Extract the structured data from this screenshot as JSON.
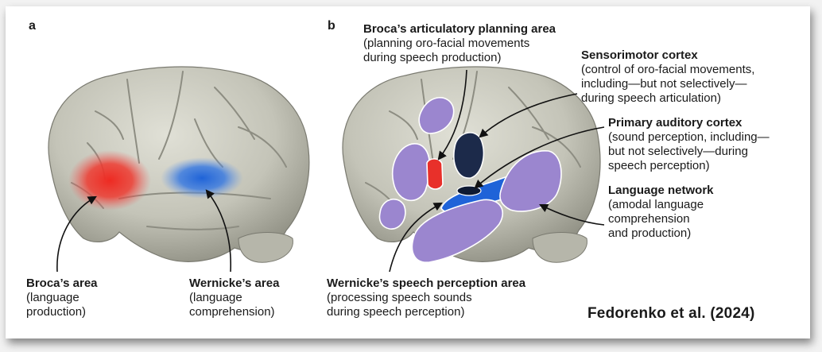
{
  "panel_a": {
    "label": "a",
    "broca": {
      "title": "Broca’s area",
      "desc": [
        "(language",
        "production)"
      ]
    },
    "wernicke": {
      "title": "Wernicke’s area",
      "desc": [
        "(language",
        "comprehension)"
      ]
    }
  },
  "panel_b": {
    "label": "b",
    "broca_articulatory": {
      "title": "Broca’s articulatory planning area",
      "desc": [
        "(planning oro-facial movements",
        "during speech production)"
      ]
    },
    "sensorimotor": {
      "title": "Sensorimotor cortex",
      "desc": [
        "(control of oro-facial movements,",
        "including—but not selectively—",
        "during speech articulation)"
      ]
    },
    "auditory": {
      "title": "Primary auditory cortex",
      "desc": [
        "(sound perception, including—",
        "but not selectively—during",
        "speech perception)"
      ]
    },
    "language_network": {
      "title": "Language network",
      "desc": [
        "(amodal language",
        "comprehension",
        "and production)"
      ]
    },
    "wernicke_speech": {
      "title": "Wernicke’s speech perception area",
      "desc": [
        "(processing speech sounds",
        "during speech perception)"
      ]
    }
  },
  "credit": "Fedorenko et al. (2024)",
  "colors": {
    "brain": "#c9c9bd",
    "broca_red": "#e8302a",
    "wernicke_blue": "#2a6fd6",
    "language_purple": "#9b86cf",
    "sensorimotor_navy": "#1c2a4a"
  }
}
